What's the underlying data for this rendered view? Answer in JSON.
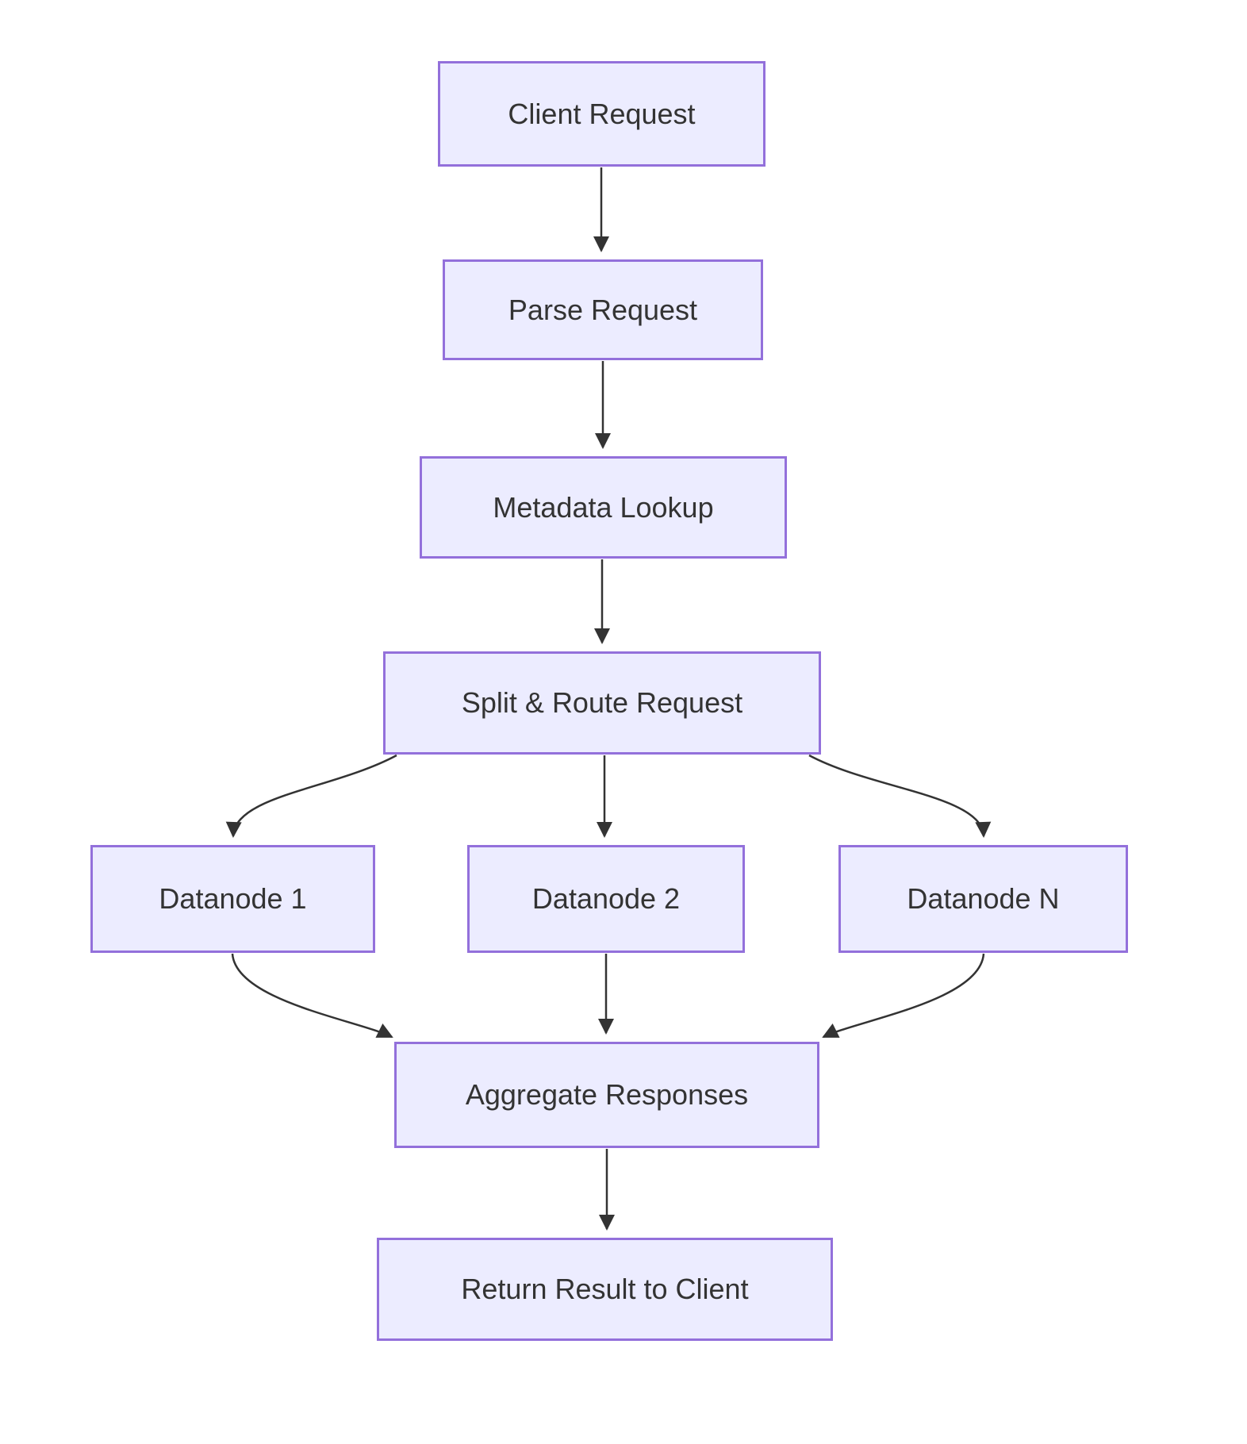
{
  "diagram": {
    "type": "flowchart",
    "direction": "top-down",
    "colors": {
      "background": "#ffffff",
      "node_fill": "#ECECFF",
      "node_border": "#9370DB",
      "edge_color": "#333333",
      "text_color": "#333333"
    },
    "nodes": [
      {
        "id": "client",
        "label": "Client Request"
      },
      {
        "id": "parse",
        "label": "Parse Request"
      },
      {
        "id": "metadata",
        "label": "Metadata Lookup"
      },
      {
        "id": "split",
        "label": "Split & Route Request"
      },
      {
        "id": "dn1",
        "label": "Datanode 1"
      },
      {
        "id": "dn2",
        "label": "Datanode 2"
      },
      {
        "id": "dnn",
        "label": "Datanode N"
      },
      {
        "id": "aggregate",
        "label": "Aggregate Responses"
      },
      {
        "id": "return",
        "label": "Return Result to Client"
      }
    ],
    "edges": [
      {
        "from": "Client Request",
        "to": "Parse Request",
        "style": "straight"
      },
      {
        "from": "Parse Request",
        "to": "Metadata Lookup",
        "style": "straight"
      },
      {
        "from": "Metadata Lookup",
        "to": "Split & Route Request",
        "style": "straight"
      },
      {
        "from": "Split & Route Request",
        "to": "Datanode 1",
        "style": "curved"
      },
      {
        "from": "Split & Route Request",
        "to": "Datanode 2",
        "style": "straight"
      },
      {
        "from": "Split & Route Request",
        "to": "Datanode N",
        "style": "curved"
      },
      {
        "from": "Datanode 1",
        "to": "Aggregate Responses",
        "style": "curved"
      },
      {
        "from": "Datanode 2",
        "to": "Aggregate Responses",
        "style": "straight"
      },
      {
        "from": "Datanode N",
        "to": "Aggregate Responses",
        "style": "curved"
      },
      {
        "from": "Aggregate Responses",
        "to": "Return Result to Client",
        "style": "straight"
      }
    ]
  }
}
